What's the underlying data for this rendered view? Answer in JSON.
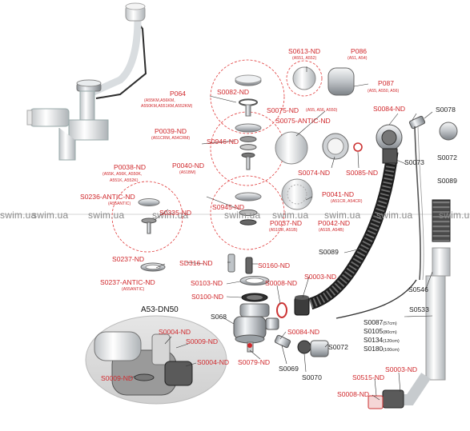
{
  "title": "A53-DN50",
  "watermark": "swim.ua",
  "colors": {
    "label_red": "#d0282c",
    "label_black": "#1d1d1d",
    "circle_red": "#e03a3a",
    "highlight_gray": "#d9d9d9",
    "chrome": "#c8ccd0",
    "hose_dark": "#3a3a3a"
  },
  "labels": {
    "s0613": "S0613-ND",
    "s0613_sub": "(A551, A552)",
    "p086": "P086",
    "p086_sub": "(A51, A54)",
    "p087": "P087",
    "p087_sub": "(A55, A550, A56)",
    "p064": "P064",
    "p064_sub1": "(A55KM,A56KM,",
    "p064_sub2": "A550KM,A551KM,A552KM)",
    "s0082": "S0082-ND",
    "s0075": "S0075-ND",
    "s0075_sub": "(A55, A56, A550)",
    "s0075a": "S0075-ANTIC-ND",
    "s0084a": "S0084-ND",
    "s0078": "S0078",
    "p0039": "P0039-ND",
    "p0039_sub": "(A51CRM, A54CRM)",
    "s0946": "S0946-ND",
    "p0040": "P0040-ND",
    "p0040_sub": "(A51BM)",
    "s0074": "S0074-ND",
    "s0085": "S0085-ND",
    "s0073": "S0073",
    "s0072a": "S0072",
    "p0038": "P0038-ND",
    "p0038_sub1": "(A55K, A56K, A550K,",
    "p0038_sub2": "A551K, A552K)",
    "p0041": "P0041-ND",
    "p0041_sub": "(A51CR, A54CR)",
    "s0089a": "S0089",
    "s0236": "S0236-ANTIC-ND",
    "s0236_sub": "(A55ANTIC)",
    "s0335": "S0335-ND",
    "s0945": "S0945-ND",
    "p0037": "P0037-ND",
    "p0037_sub": "(A51CR, A51B)",
    "p0042": "P0042-ND",
    "p0042_sub": "(A51B, A54B)",
    "s0089b": "S0089",
    "s0237": "S0237-ND",
    "s0237a": "S0237-ANTIC-ND",
    "s0237a_sub": "(A55ANTIC)",
    "sd316": "SD316-ND",
    "s0160": "S0160-ND",
    "s0103": "S0103-ND",
    "s0008a": "S0008-ND",
    "s0003a": "S0003-ND",
    "s0546": "S0546",
    "s0100": "S0100-ND",
    "s068": "S068",
    "s0084b": "S0084-ND",
    "s0533": "S0533",
    "s0004a": "S0004-ND",
    "s0009a": "S0009-ND",
    "s0072b": "S0072",
    "s0079": "S0079-ND",
    "s0069": "S0069",
    "s0070": "S0070",
    "s0009b": "S0009-ND",
    "s0004b": "S0004-ND",
    "s0003b": "S0003-ND",
    "s0515": "S0515-ND",
    "s0008b": "S0008-ND"
  },
  "lengths": [
    {
      "code": "S0087",
      "len": "(57cm)"
    },
    {
      "code": "S0105",
      "len": "(80cm)"
    },
    {
      "code": "S0134",
      "len": "(120cm)"
    },
    {
      "code": "S0180",
      "len": "(100cm)"
    }
  ]
}
